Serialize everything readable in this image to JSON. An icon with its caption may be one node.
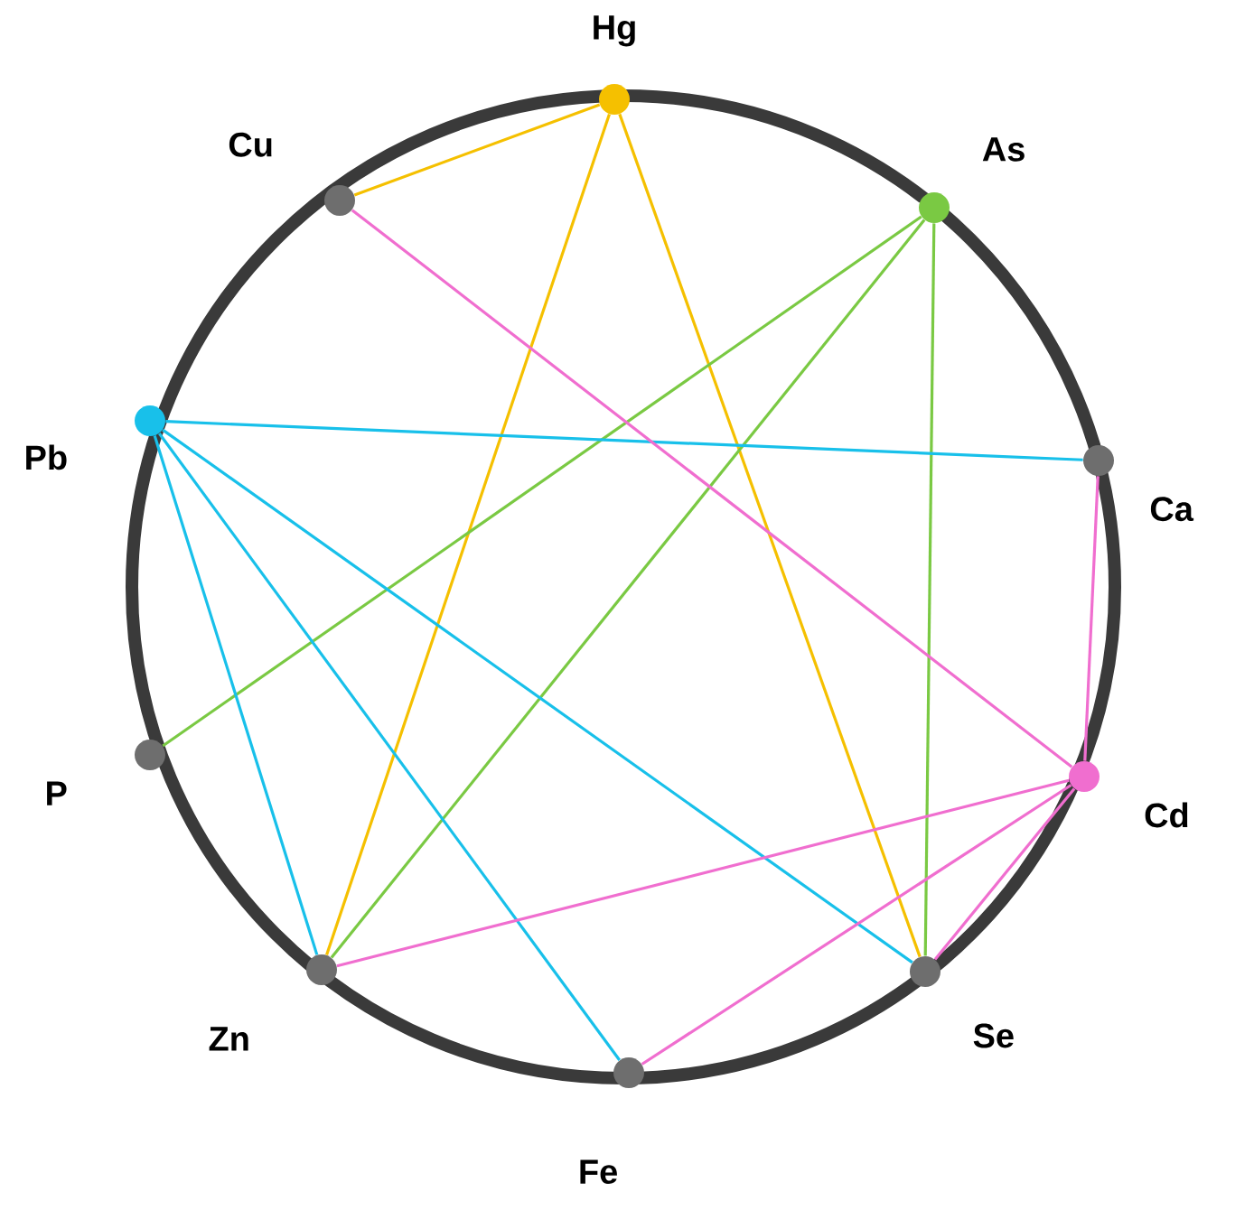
{
  "diagram": {
    "nodes": [
      {
        "text": [
          "Hg"
        ]
      },
      {
        "text": [
          "As"
        ]
      },
      {
        "text": [
          "Ca"
        ]
      },
      {
        "text": [
          "Cd"
        ]
      },
      {
        "text": [
          "Se"
        ]
      },
      {
        "text": [
          "Fe"
        ]
      },
      {
        "text": [
          "Zn"
        ]
      },
      {
        "text": [
          "P"
        ]
      },
      {
        "text": [
          "Pb"
        ]
      },
      {
        "text": [
          "Cu"
        ]
      }
    ],
    "edges": [
      {
        "from": 0,
        "to": 9,
        "arrow": "none",
        "color": "#f5c000"
      },
      {
        "from": 0,
        "to": 6,
        "arrow": "none",
        "color": "#f5c000"
      },
      {
        "from": 0,
        "to": 4,
        "arrow": "none",
        "color": "#f5c000"
      },
      {
        "from": 1,
        "to": 7,
        "arrow": "none",
        "color": "#7ac943"
      },
      {
        "from": 1,
        "to": 6,
        "arrow": "none",
        "color": "#7ac943"
      },
      {
        "from": 1,
        "to": 4,
        "arrow": "none",
        "color": "#7ac943"
      },
      {
        "from": 8,
        "to": 2,
        "arrow": "none",
        "color": "#18c0ea"
      },
      {
        "from": 8,
        "to": 6,
        "arrow": "none",
        "color": "#18c0ea"
      },
      {
        "from": 8,
        "to": 5,
        "arrow": "none",
        "color": "#18c0ea"
      },
      {
        "from": 8,
        "to": 4,
        "arrow": "none",
        "color": "#18c0ea"
      },
      {
        "from": 3,
        "to": 9,
        "arrow": "none",
        "color": "#f06ecf"
      },
      {
        "from": 3,
        "to": 2,
        "arrow": "none",
        "color": "#f06ecf"
      },
      {
        "from": 3,
        "to": 6,
        "arrow": "none",
        "color": "#f06ecf"
      },
      {
        "from": 3,
        "to": 4,
        "arrow": "none",
        "color": "#f06ecf"
      },
      {
        "from": 3,
        "to": 5,
        "arrow": "none",
        "color": "#f06ecf"
      }
    ]
  }
}
